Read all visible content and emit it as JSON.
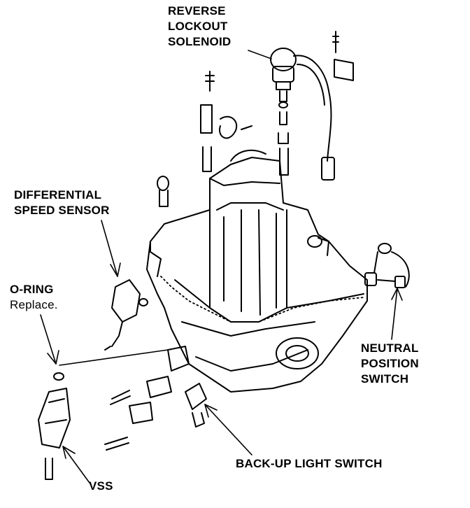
{
  "labels": {
    "reverse_lockout": [
      "REVERSE",
      "LOCKOUT",
      "SOLENOID"
    ],
    "differential_speed_sensor": [
      "DIFFERENTIAL",
      "SPEED SENSOR"
    ],
    "o_ring": [
      "O-RING",
      "Replace."
    ],
    "neutral_position_switch": [
      "NEUTRAL",
      "POSITION",
      "SWITCH"
    ],
    "backup_light_switch": "BACK-UP LIGHT SWITCH",
    "vss": "VSS"
  }
}
